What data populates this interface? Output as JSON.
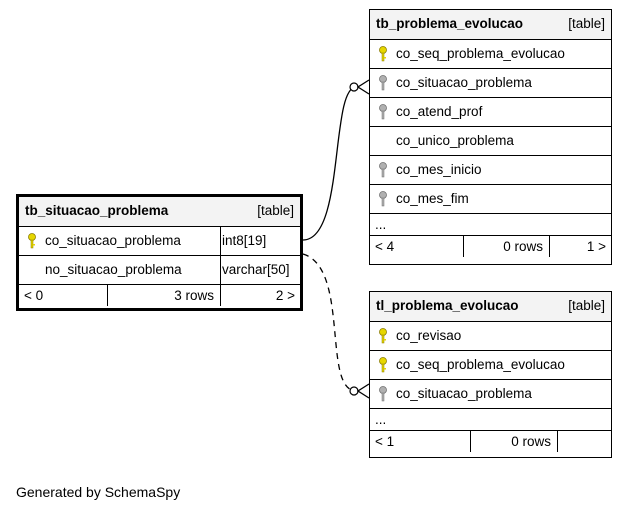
{
  "tables": {
    "situacao": {
      "name": "tb_situacao_problema",
      "kind": "[table]",
      "columns": [
        {
          "name": "co_situacao_problema",
          "type": "int8[19]",
          "icon": "primary-key-icon"
        },
        {
          "name": "no_situacao_problema",
          "type": "varchar[50]",
          "icon": ""
        }
      ],
      "footer": {
        "parents": "< 0",
        "rows": "3 rows",
        "children": "2 >"
      }
    },
    "prob_evol": {
      "name": "tb_problema_evolucao",
      "kind": "[table]",
      "columns": [
        {
          "name": "co_seq_problema_evolucao",
          "icon": "primary-key-icon"
        },
        {
          "name": "co_situacao_problema",
          "icon": "foreign-key-icon"
        },
        {
          "name": "co_atend_prof",
          "icon": "foreign-key-icon"
        },
        {
          "name": "co_unico_problema",
          "icon": ""
        },
        {
          "name": "co_mes_inicio",
          "icon": "foreign-key-icon"
        },
        {
          "name": "co_mes_fim",
          "icon": "foreign-key-icon"
        }
      ],
      "ellipsis": "...",
      "footer": {
        "parents": "< 4",
        "rows": "0 rows",
        "children": "1 >"
      }
    },
    "tl_evol": {
      "name": "tl_problema_evolucao",
      "kind": "[table]",
      "columns": [
        {
          "name": "co_revisao",
          "icon": "primary-key-icon"
        },
        {
          "name": "co_seq_problema_evolucao",
          "icon": "primary-key-icon"
        },
        {
          "name": "co_situacao_problema",
          "icon": "foreign-key-icon"
        }
      ],
      "ellipsis": "...",
      "footer": {
        "parents": "< 1",
        "rows": "0 rows"
      }
    }
  },
  "caption": "Generated by SchemaSpy",
  "colors": {
    "primary_key": "#e6d600",
    "foreign_key": "#a8a8a8",
    "header_bg": "#f3f3f3"
  }
}
